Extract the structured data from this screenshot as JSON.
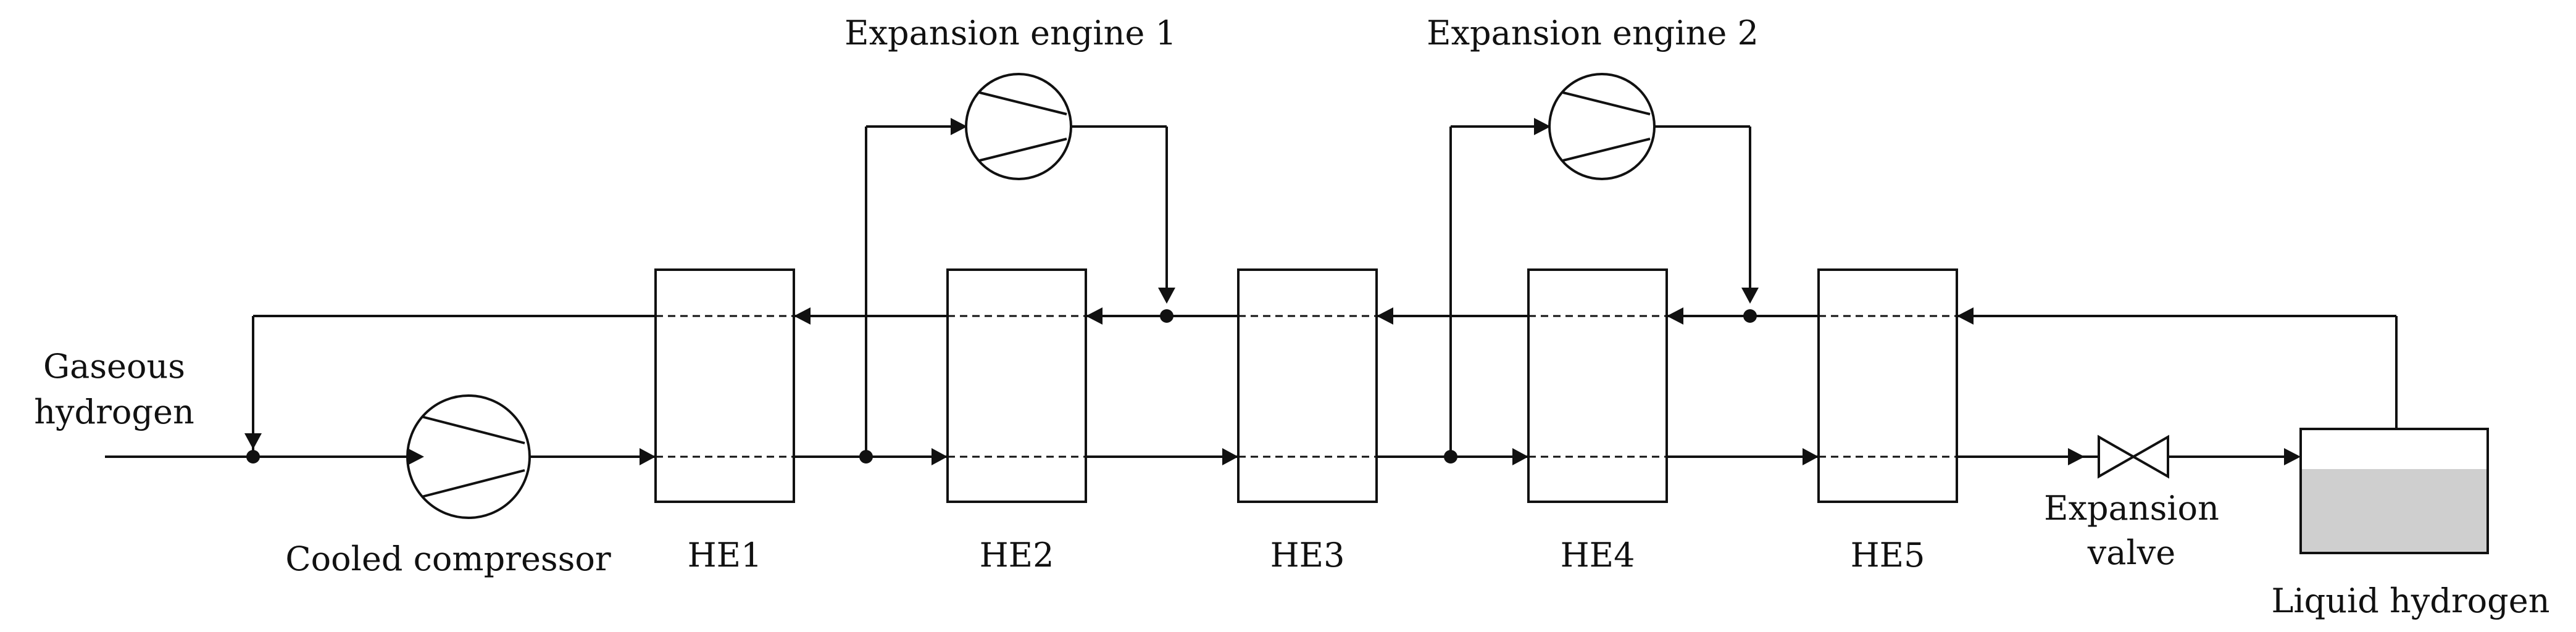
{
  "labels": {
    "gaseous_hydrogen_line1": "Gaseous",
    "gaseous_hydrogen_line2": "hydrogen",
    "cooled_compressor": "Cooled compressor",
    "expansion_engine_1": "Expansion engine 1",
    "expansion_engine_2": "Expansion engine 2",
    "expansion_valve_line1": "Expansion",
    "expansion_valve_line2": "valve",
    "liquid_hydrogen": "Liquid hydrogen"
  },
  "heat_exchangers": [
    "HE1",
    "HE2",
    "HE3",
    "HE4",
    "HE5"
  ],
  "colors": {
    "line": "#111111",
    "liquid_fill": "#cfcfcf"
  }
}
